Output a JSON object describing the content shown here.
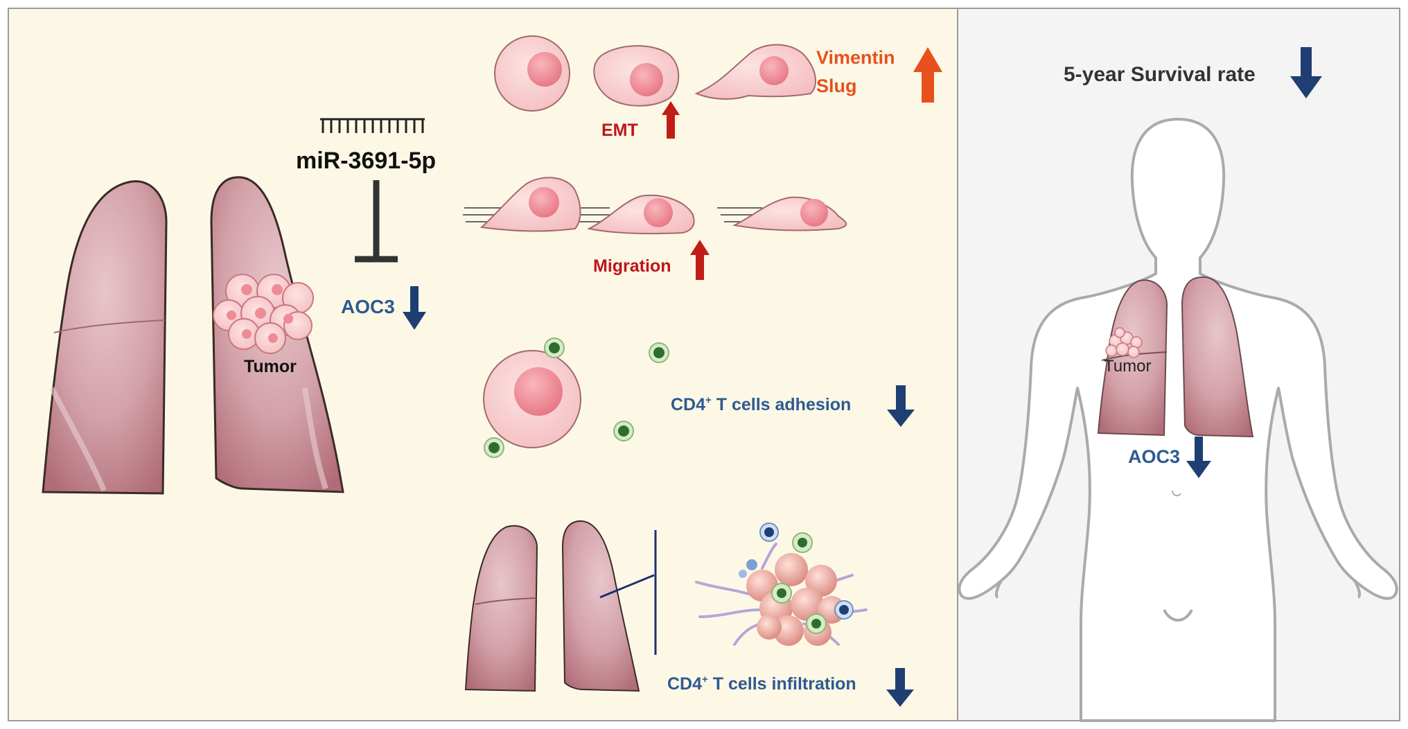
{
  "colors": {
    "left_panel_bg": "#fdf8e6",
    "right_panel_bg": "#f4f4f4",
    "down_arrow": "#1f3f73",
    "up_arrow": "#c01e16",
    "orange_arrow": "#e8501e",
    "blue_text": "#2d5a91",
    "red_text": "#c0141a",
    "orange_text": "#e8501e",
    "lung_fill": "#c98c96",
    "cell_fill": "#f5c6c6",
    "nucleus_fill": "#ee8c96",
    "tcell_fill": "#2f6d2f",
    "body_outline": "#aaaaaa"
  },
  "left_panel": {
    "mirna_label": "miR-3691-5p",
    "aoc3_label": "AOC3",
    "tumor_label": "Tumor",
    "emt_label": "EMT",
    "vimentin_label": "Vimentin",
    "slug_label": "Slug",
    "migration_label": "Migration",
    "adhesion": {
      "prefix": "CD4",
      "sup": "+",
      "suffix": " T cells adhesion"
    },
    "infiltration": {
      "prefix": "CD4",
      "sup": "+",
      "suffix": " T cells infiltration"
    }
  },
  "right_panel": {
    "survival_label": "5-year Survival rate",
    "tumor_label": "Tumor",
    "aoc3_label": "AOC3"
  },
  "icons": [
    "down-arrow-icon",
    "up-arrow-icon",
    "inhibition-bar-icon",
    "mirna-hairpin-icon",
    "lung-icon",
    "tumor-cell-cluster-icon",
    "cell-icon",
    "t-cell-icon",
    "human-body-icon"
  ]
}
